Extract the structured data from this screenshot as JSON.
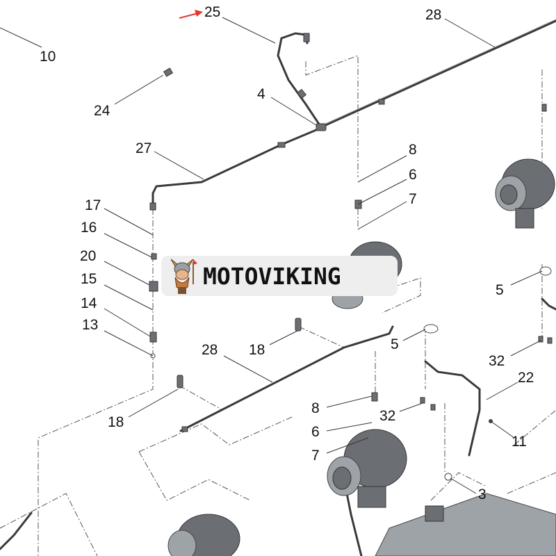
{
  "watermark": {
    "brand_text": "MOTOVIKING"
  },
  "callouts": {
    "c10": "10",
    "c25": "25",
    "c28a": "28",
    "c24": "24",
    "c4": "4",
    "c27": "27",
    "c8a": "8",
    "c6a": "6",
    "c7a": "7",
    "c17": "17",
    "c16": "16",
    "c20": "20",
    "c15": "15",
    "c14": "14",
    "c13": "13",
    "c5a": "5",
    "c18a": "18",
    "c5b": "5",
    "c28b": "28",
    "c32a": "32",
    "c22": "22",
    "c18b": "18",
    "c8b": "8",
    "c32b": "32",
    "c6b": "6",
    "c11": "11",
    "c7b": "7",
    "c3": "3"
  },
  "colors": {
    "arrow": "#e8352f",
    "part": "#6b6f74"
  }
}
